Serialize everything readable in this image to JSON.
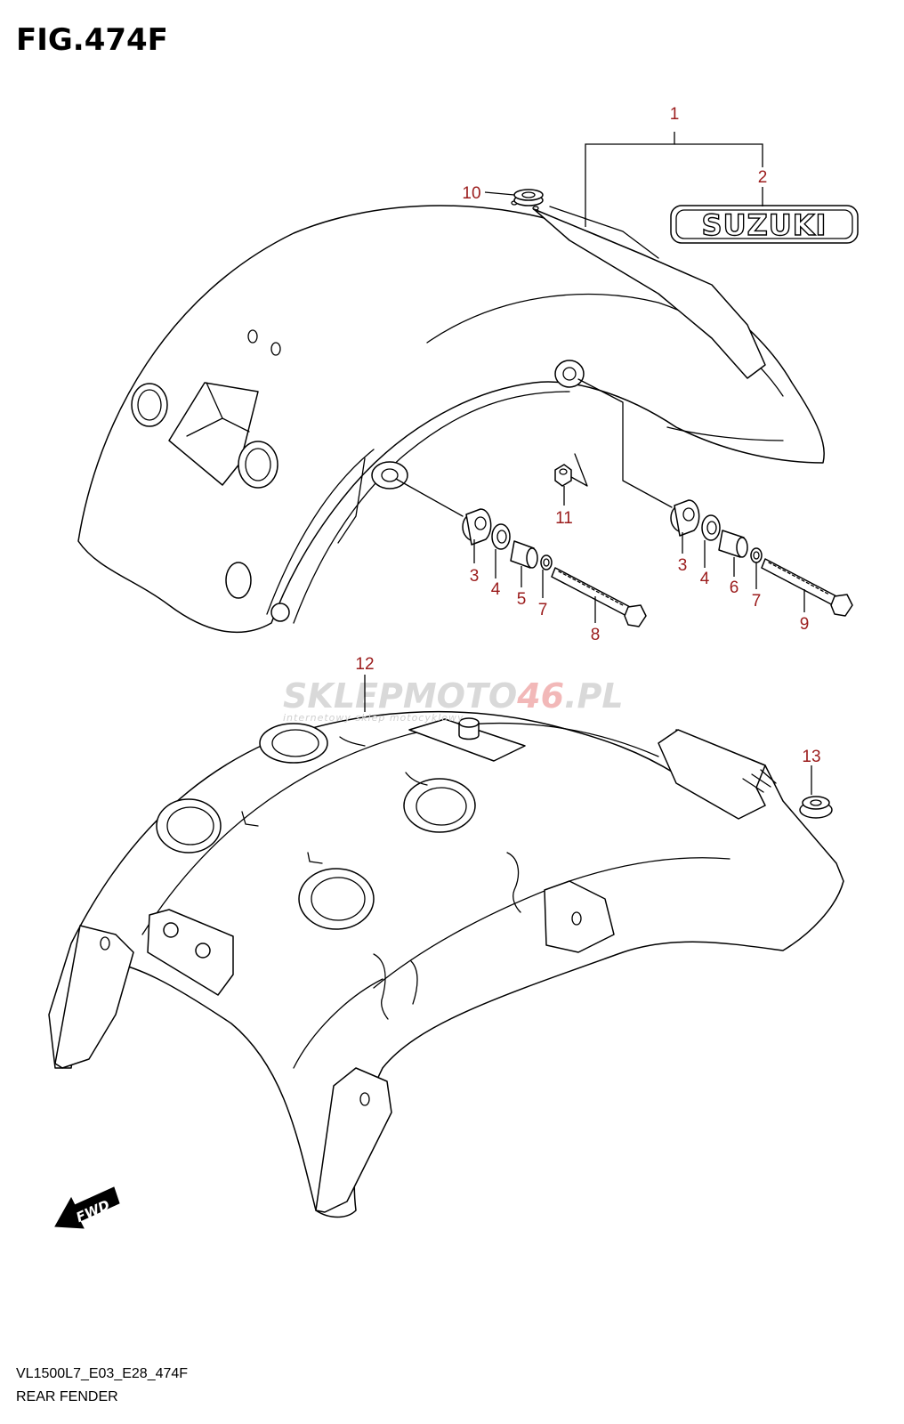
{
  "figure": {
    "title": "FIG.474F",
    "model_code": "VL1500L7_E03_E28_474F",
    "caption": "REAR FENDER"
  },
  "emblem": {
    "text": "SUZUKI"
  },
  "direction_marker": {
    "text": "FWD"
  },
  "watermark": {
    "brand_main": "SKLEPMOTO",
    "brand_number": "46",
    "brand_suffix": ".PL",
    "tagline": "internetowy sklep motocyklowy"
  },
  "callouts": [
    {
      "id": "callout-1",
      "label": "1"
    },
    {
      "id": "callout-2",
      "label": "2"
    },
    {
      "id": "callout-10",
      "label": "10"
    },
    {
      "id": "callout-11",
      "label": "11"
    },
    {
      "id": "callout-3a",
      "label": "3"
    },
    {
      "id": "callout-4a",
      "label": "4"
    },
    {
      "id": "callout-5",
      "label": "5"
    },
    {
      "id": "callout-7a",
      "label": "7"
    },
    {
      "id": "callout-8",
      "label": "8"
    },
    {
      "id": "callout-3b",
      "label": "3"
    },
    {
      "id": "callout-4b",
      "label": "4"
    },
    {
      "id": "callout-6",
      "label": "6"
    },
    {
      "id": "callout-7b",
      "label": "7"
    },
    {
      "id": "callout-9",
      "label": "9"
    },
    {
      "id": "callout-12",
      "label": "12"
    },
    {
      "id": "callout-13",
      "label": "13"
    }
  ]
}
